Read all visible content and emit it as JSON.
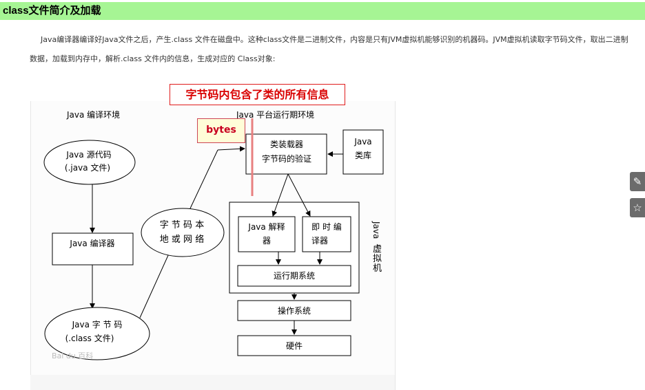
{
  "article": {
    "heading": "class文件简介及加载",
    "paragraph": "Java编译器编译好Java文件之后，产生.class 文件在磁盘中。这种class文件是二进制文件，内容是只有JVM虚拟机能够识别的机器码。JVM虚拟机读取字节码文件，取出二进制数据，加载到内存中，解析.class 文件内的信息，生成对应的 Class对象:"
  },
  "diagram": {
    "callout_title": "字节码内包含了类的所有信息",
    "callout_bytes": "bytes",
    "label_compile_env": "Java 编译环境",
    "label_runtime_env": "Java 平台运行期环境",
    "source_line1": "Java  源代码",
    "source_line2": "(.java 文件)",
    "compiler": "Java 编译器",
    "bytecode_line1": "Java    字  节  码",
    "bytecode_line2": "(.class 文件)",
    "local_line1": "字  节  码  本",
    "local_line2": "地  或  网  络",
    "loader_line1": "类装载器",
    "loader_line2": "字节码的验证",
    "lib_line1": "Java",
    "lib_line2": "类库",
    "interp_line1": "Java 解释",
    "interp_line2": "器",
    "jit_line1": "即 时  编",
    "jit_line2": "译器",
    "runtime_sys": "运行期系统",
    "os": "操作系统",
    "hardware": "硬件",
    "jvm_v1": "Java",
    "jvm_v2": "虚",
    "jvm_v3": "拟",
    "jvm_v4": "机",
    "watermark": "Bai du 百科"
  },
  "sidebar": {
    "edit_icon": "pencil-icon",
    "fav_icon": "star-icon"
  },
  "colors": {
    "heading_bg": "#a6f594",
    "callout_red": "#d90000",
    "bytes_bg": "#fffdd8"
  }
}
